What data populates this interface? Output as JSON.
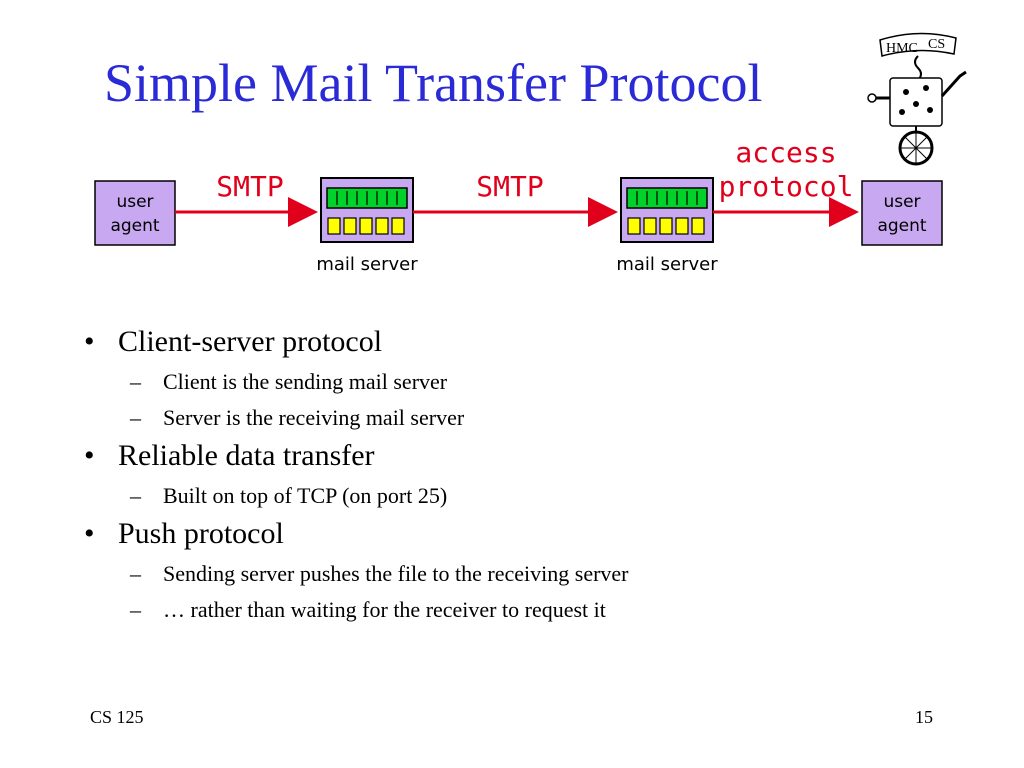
{
  "slide": {
    "title": "Simple Mail Transfer Protocol",
    "logo_text": [
      "HMC",
      "CS"
    ]
  },
  "diagram": {
    "user_agent_left": [
      "user",
      "agent"
    ],
    "user_agent_right": [
      "user",
      "agent"
    ],
    "server_label_1": "mail server",
    "server_label_2": "mail server",
    "protocol_1": "SMTP",
    "protocol_2": "SMTP",
    "access_protocol": [
      "access",
      "protocol"
    ]
  },
  "bullets": [
    {
      "text": "Client-server protocol",
      "subs": [
        "Client is the sending mail server",
        "Server is the receiving mail server"
      ]
    },
    {
      "text": "Reliable data transfer",
      "subs": [
        "Built on top of TCP (on port 25)"
      ]
    },
    {
      "text": "Push protocol",
      "subs": [
        "Sending server pushes the file to the receiving server",
        "… rather than waiting for the receiver to request it"
      ]
    }
  ],
  "footer": {
    "left": "CS 125",
    "right": "15"
  },
  "colors": {
    "title": "#2a2ad6",
    "arrow": "#e0001b",
    "box_fill": "#c8a8f0",
    "queue_green": "#00d22a",
    "queue_yellow": "#ffff00"
  },
  "icons": [
    "arrow-icon",
    "mail-server-icon",
    "hmc-cs-logo"
  ]
}
